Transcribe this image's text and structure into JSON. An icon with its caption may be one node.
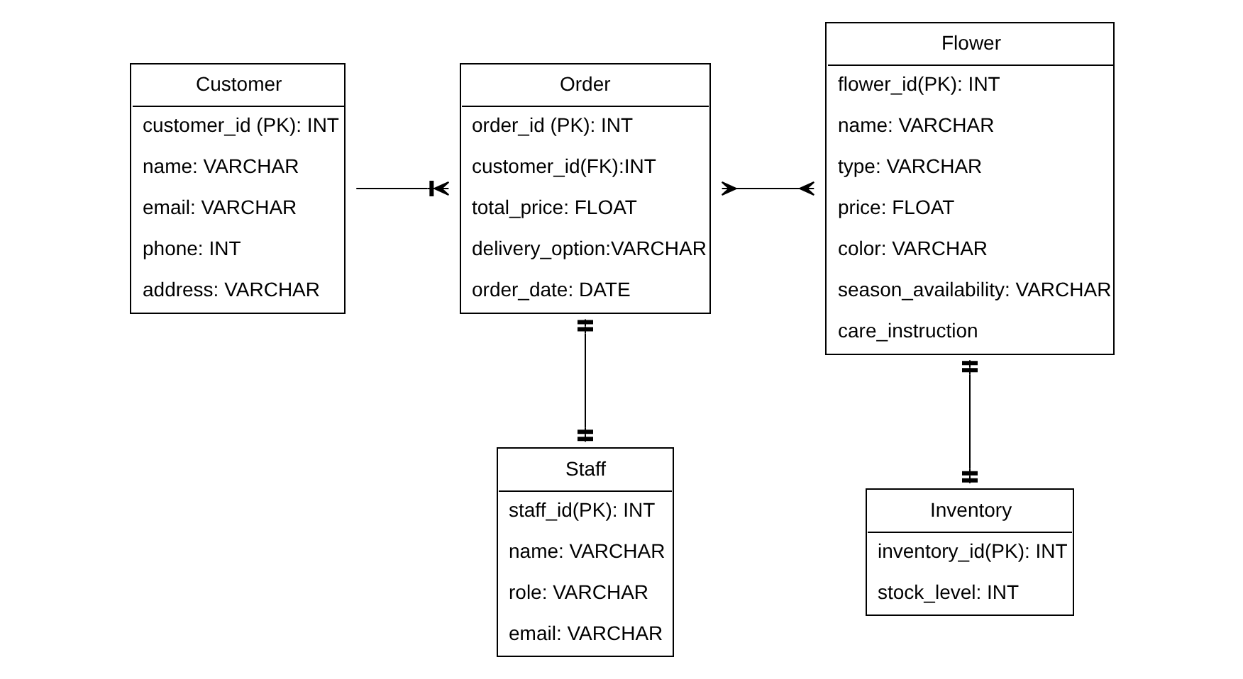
{
  "diagram": {
    "nodes": [
      {
        "text": [
          "Customer",
          "customer_id (PK): INT",
          "name: VARCHAR",
          "email: VARCHAR",
          "phone: INT",
          "address: VARCHAR"
        ]
      },
      {
        "text": [
          "Order",
          "order_id (PK): INT",
          "customer_id(FK):INT",
          "total_price: FLOAT",
          "delivery_option:VARCHAR",
          "order_date: DATE"
        ]
      },
      {
        "text": [
          "Flower",
          "flower_id(PK): INT",
          "name: VARCHAR",
          "type: VARCHAR",
          "price: FLOAT",
          "color: VARCHAR",
          "season_availability: VARCHAR",
          "care_instruction"
        ]
      },
      {
        "text": [
          "Staff",
          "staff_id(PK): INT",
          "name: VARCHAR",
          "role: VARCHAR",
          "email: VARCHAR"
        ]
      },
      {
        "text": [
          "Inventory",
          "inventory_id(PK): INT",
          "stock_level: INT"
        ]
      }
    ],
    "edges": [
      {
        "from": 0,
        "to": 1,
        "arrow": "other"
      },
      {
        "from": 1,
        "to": 2,
        "arrow": "other"
      },
      {
        "from": 1,
        "to": 3,
        "arrow": "other"
      },
      {
        "from": 2,
        "to": 4,
        "arrow": "other"
      }
    ]
  }
}
